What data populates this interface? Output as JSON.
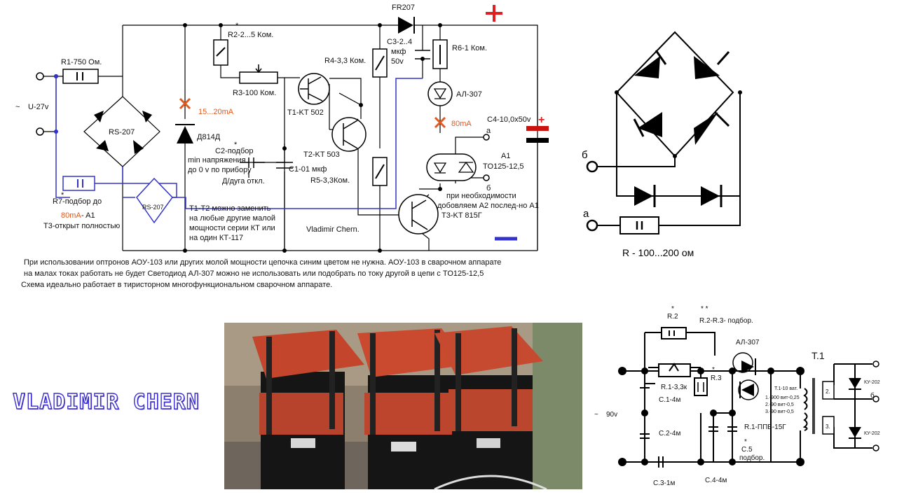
{
  "main_schematic": {
    "labels": {
      "fr207": "FR207",
      "plus": "+",
      "r2": "R2-2...5 Ком.",
      "r2_star": "*",
      "r1": "R1-750 Ом.",
      "u27": "U-27v",
      "rs207_main": "RS-207",
      "r3": "R3-100 Ком.",
      "r4": "R4-3,3 Ком.",
      "c3a": "C3-2..4",
      "c3b": "мкф",
      "c3c": "50v",
      "r6": "R6-1 Ком.",
      "al307": "АЛ-307",
      "cur1": "15...20mA",
      "t1": "T1-KT 502",
      "d814": "Д814Д",
      "cur2": "80mA",
      "c4": "C4-10,0x50v",
      "c4_plus": "+",
      "node_a": "a",
      "c2_star": "*",
      "c2": "C2-подбор",
      "minv1": "min напряжения",
      "minv2": "до 0 v по прибору",
      "t2": "T2-KT 503",
      "c1": "C1-01 мкф",
      "a1": "A1",
      "to125": "TO125-12,5",
      "arc": "Д/дуга откл.",
      "r5": "R5-3,3Ком.",
      "node_b": "б",
      "r7_star": "*",
      "r7": "R7-подбор до",
      "rs207_small": "RS-207",
      "ma80": "80mA",
      "a1b": "- A1",
      "t3open": "T3-открыт полностью",
      "tnote1": "T1-T2 можно заменить",
      "tnote2": "на любые другие малой",
      "tnote3": "мощности серии КТ или",
      "tnote4": "на один КТ-117",
      "author": "Vladimir Chern.",
      "t3": "T3-KT 815Г",
      "need1": "при необходимости",
      "need2": "добовляем A2 послед-но  A1"
    }
  },
  "notes": [
    "При использовании оптронов АОУ-103 или других молой мощности цепочка синим цветом не нужна. АОУ-103 в сварочном аппарате",
    "на малах токах работать не будет   Светодиод АЛ-307 можно не использовать или подобрать по току другой в цепи с TO125-12,5",
    " Схема идеально работает в тиристорном многофункциональном сварочном аппарате."
  ],
  "bridge_schematic": {
    "node_b": "б",
    "node_a": "а",
    "caption": "R - 100...200 ом"
  },
  "brand": "VLADIMIR CHERN",
  "small_schematic": {
    "labels": {
      "r2_star": "*",
      "r2": "R.2",
      "r23_star": "* *",
      "r23": "R.2-R.3- подбор.",
      "al307": "АЛ-307",
      "t1": "T.1",
      "r3_star": "*",
      "r3": "R.3",
      "r1": "R.1-3,3к",
      "c1": "C.1-4м",
      "tw1": "T.1-10 ват.",
      "tw2": "1.-900 вит-0,25",
      "tw3": "2.-90 вит-0,5",
      "tw4": "3.-90 вит-0,5",
      "ku1": "КУ-202",
      "w2": "2.",
      "b": "б",
      "u90": "90v",
      "c2": "C.2-4м",
      "r1ppb": "R.1-ППБ-15Г",
      "w3": "3.",
      "ku2": "КУ-202",
      "c5_star": "*",
      "c5": "C.5",
      "c5b": "подбор.",
      "c3": "C.3-1м",
      "c4": "C.4-4м"
    }
  }
}
